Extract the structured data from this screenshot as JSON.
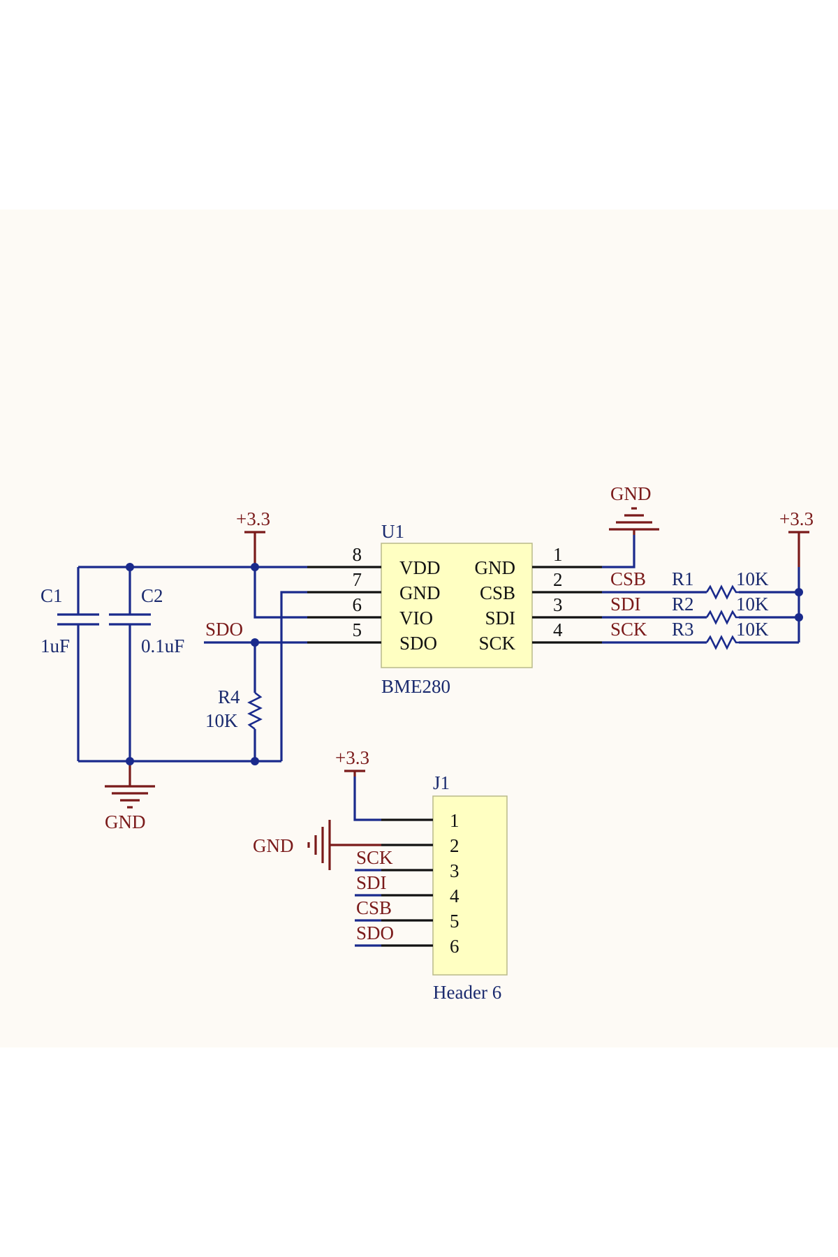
{
  "u1": {
    "designator": "U1",
    "part": "BME280",
    "left_pins": [
      {
        "num": "8",
        "name": "VDD"
      },
      {
        "num": "7",
        "name": "GND"
      },
      {
        "num": "6",
        "name": "VIO"
      },
      {
        "num": "5",
        "name": "SDO"
      }
    ],
    "right_pins": [
      {
        "num": "1",
        "name": "GND"
      },
      {
        "num": "2",
        "name": "CSB"
      },
      {
        "num": "3",
        "name": "SDI"
      },
      {
        "num": "4",
        "name": "SCK"
      }
    ]
  },
  "c1": {
    "designator": "C1",
    "value": "1uF"
  },
  "c2": {
    "designator": "C2",
    "value": "0.1uF"
  },
  "r4": {
    "designator": "R4",
    "value": "10K"
  },
  "pullups": [
    {
      "designator": "R1",
      "value": "10K",
      "net": "CSB"
    },
    {
      "designator": "R2",
      "value": "10K",
      "net": "SDI"
    },
    {
      "designator": "R3",
      "value": "10K",
      "net": "SCK"
    }
  ],
  "power": {
    "vcc_label": "+3.3",
    "gnd_label": "GND"
  },
  "sdo_net_label": "SDO",
  "j1": {
    "designator": "J1",
    "part": "Header 6",
    "pins": [
      "1",
      "2",
      "3",
      "4",
      "5",
      "6"
    ],
    "net_labels": [
      "SCK",
      "SDI",
      "CSB",
      "SDO"
    ]
  },
  "colors": {
    "wire": "#1a2a8c",
    "power": "#7a1a1a",
    "chip_fill": "#ffffc2",
    "background": "#fdfaf5"
  }
}
